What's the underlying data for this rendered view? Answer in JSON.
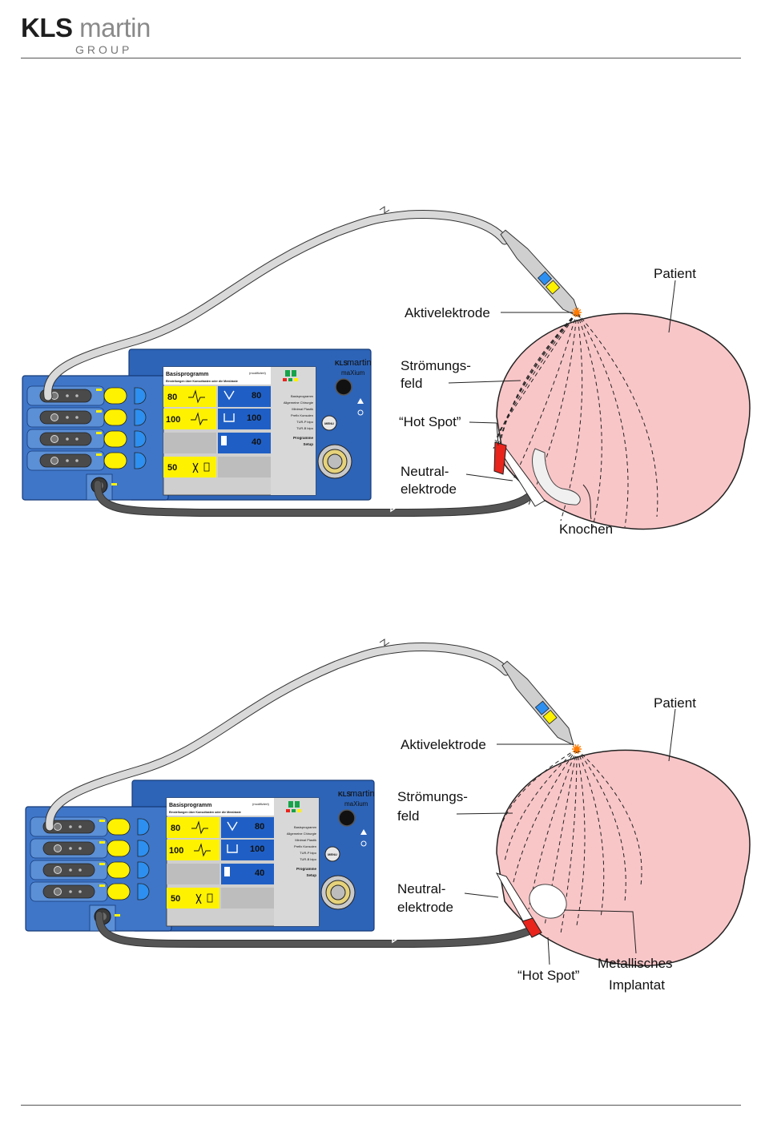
{
  "header": {
    "logo_brand_left": "KLS",
    "logo_brand_right": "martin",
    "logo_group": "GROUP"
  },
  "figure1": {
    "patient": "Patient",
    "active_electrode": "Aktivelektrode",
    "field_line1": "Strömungs-",
    "field_line2": "feld",
    "hot_spot": "“Hot Spot”",
    "neutral_line1": "Neutral-",
    "neutral_line2": "elektrode",
    "bone": "Knochen"
  },
  "figure2": {
    "patient": "Patient",
    "active_electrode": "Aktivelektrode",
    "field_line1": "Strömungs-",
    "field_line2": "feld",
    "neutral_line1": "Neutral-",
    "neutral_line2": "elektrode",
    "hot_spot": "“Hot Spot”",
    "implant_line1": "Metallisches",
    "implant_line2": "Implantat"
  },
  "device": {
    "screen_title": "Basisprogramm",
    "screen_modified": "(modifiziert)",
    "screen_subtitle": "Einstellungen über Konsoltasten oder die Menütaste",
    "val_cut_1": "80",
    "val_cut_2": "100",
    "val_coag_1": "80",
    "val_coag_2": "100",
    "val_bipolar": "40",
    "val_scissor": "50",
    "menu_items": [
      "Basisprogramm",
      "Allgemeine Chirurgie",
      "Minimal Plastik",
      "Prefix Konsolen",
      "TUR-P bipo",
      "TUR-B bipo"
    ],
    "menu_programs": "Programme",
    "menu_setup": "Setup",
    "menu_button": "MENU",
    "brand_right": "martin",
    "brand_left": "KLS",
    "model": "maXium"
  },
  "colors": {
    "device_blue": "#2d64b8",
    "skin": "#f9c6c8",
    "hotspot": "#e8241c",
    "screen_yellow": "#fff200",
    "screen_blue": "#1f5fc5"
  }
}
